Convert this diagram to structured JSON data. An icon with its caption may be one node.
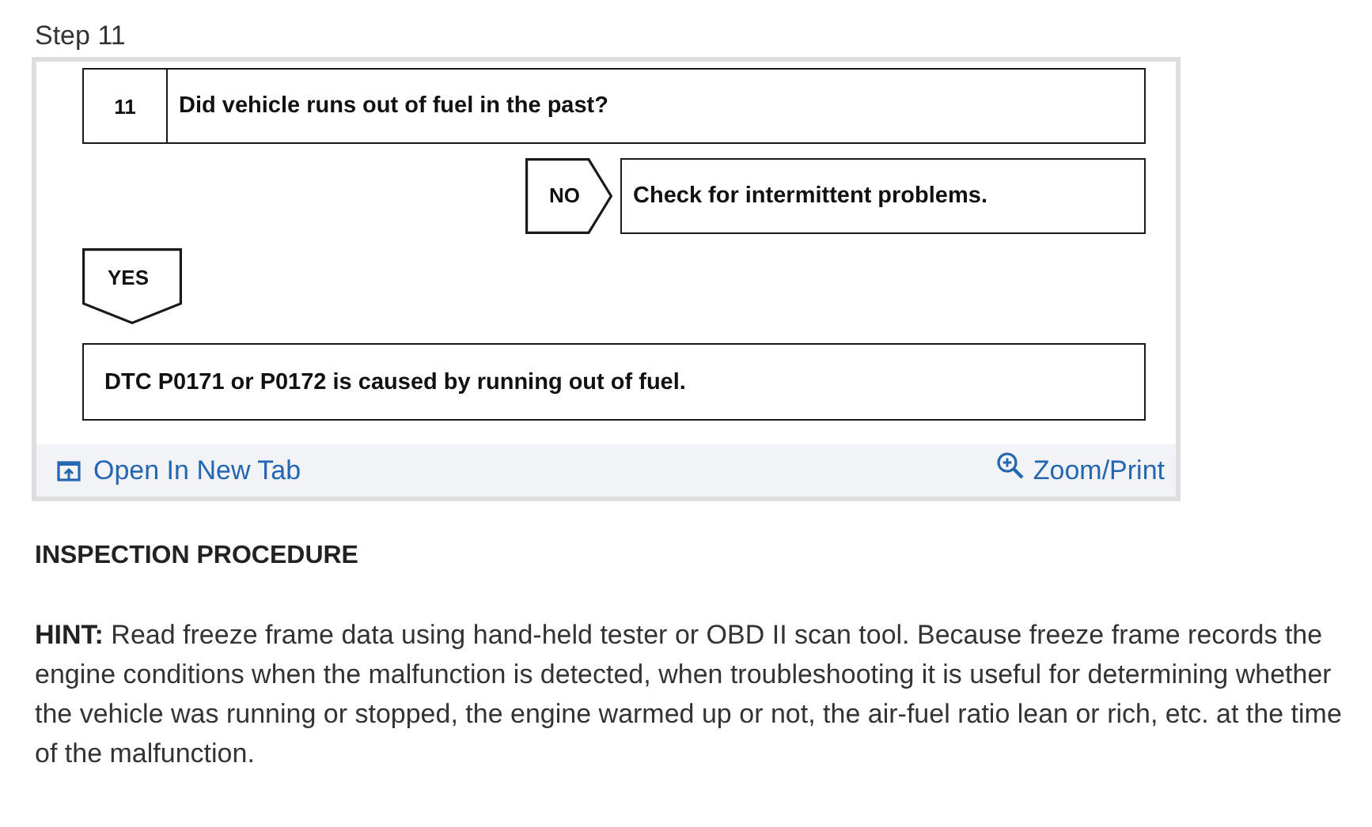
{
  "diagram": {
    "title": "Step 11",
    "nodes": [
      {
        "text": [
          "11",
          "Did vehicle runs out of fuel in the past?"
        ]
      },
      {
        "text": [
          "NO"
        ]
      },
      {
        "text": [
          "Check for intermittent problems."
        ]
      },
      {
        "text": [
          "YES"
        ]
      },
      {
        "text": [
          "DTC P0171 or P0172 is caused by running out of fuel."
        ]
      }
    ],
    "labels": [
      "Open In New Tab",
      "Zoom/Print",
      "INSPECTION PROCEDURE",
      "**HINT:** Read freeze frame data using hand-held tester or OBD II scan tool. Because freeze frame records the engine conditions when the malfunction is detected, when troubleshooting it is useful for determining whether the vehicle was running or stopped, the engine warmed up or not, the air-fuel ratio lean or rich, etc. at the time of the malfunction."
    ]
  }
}
